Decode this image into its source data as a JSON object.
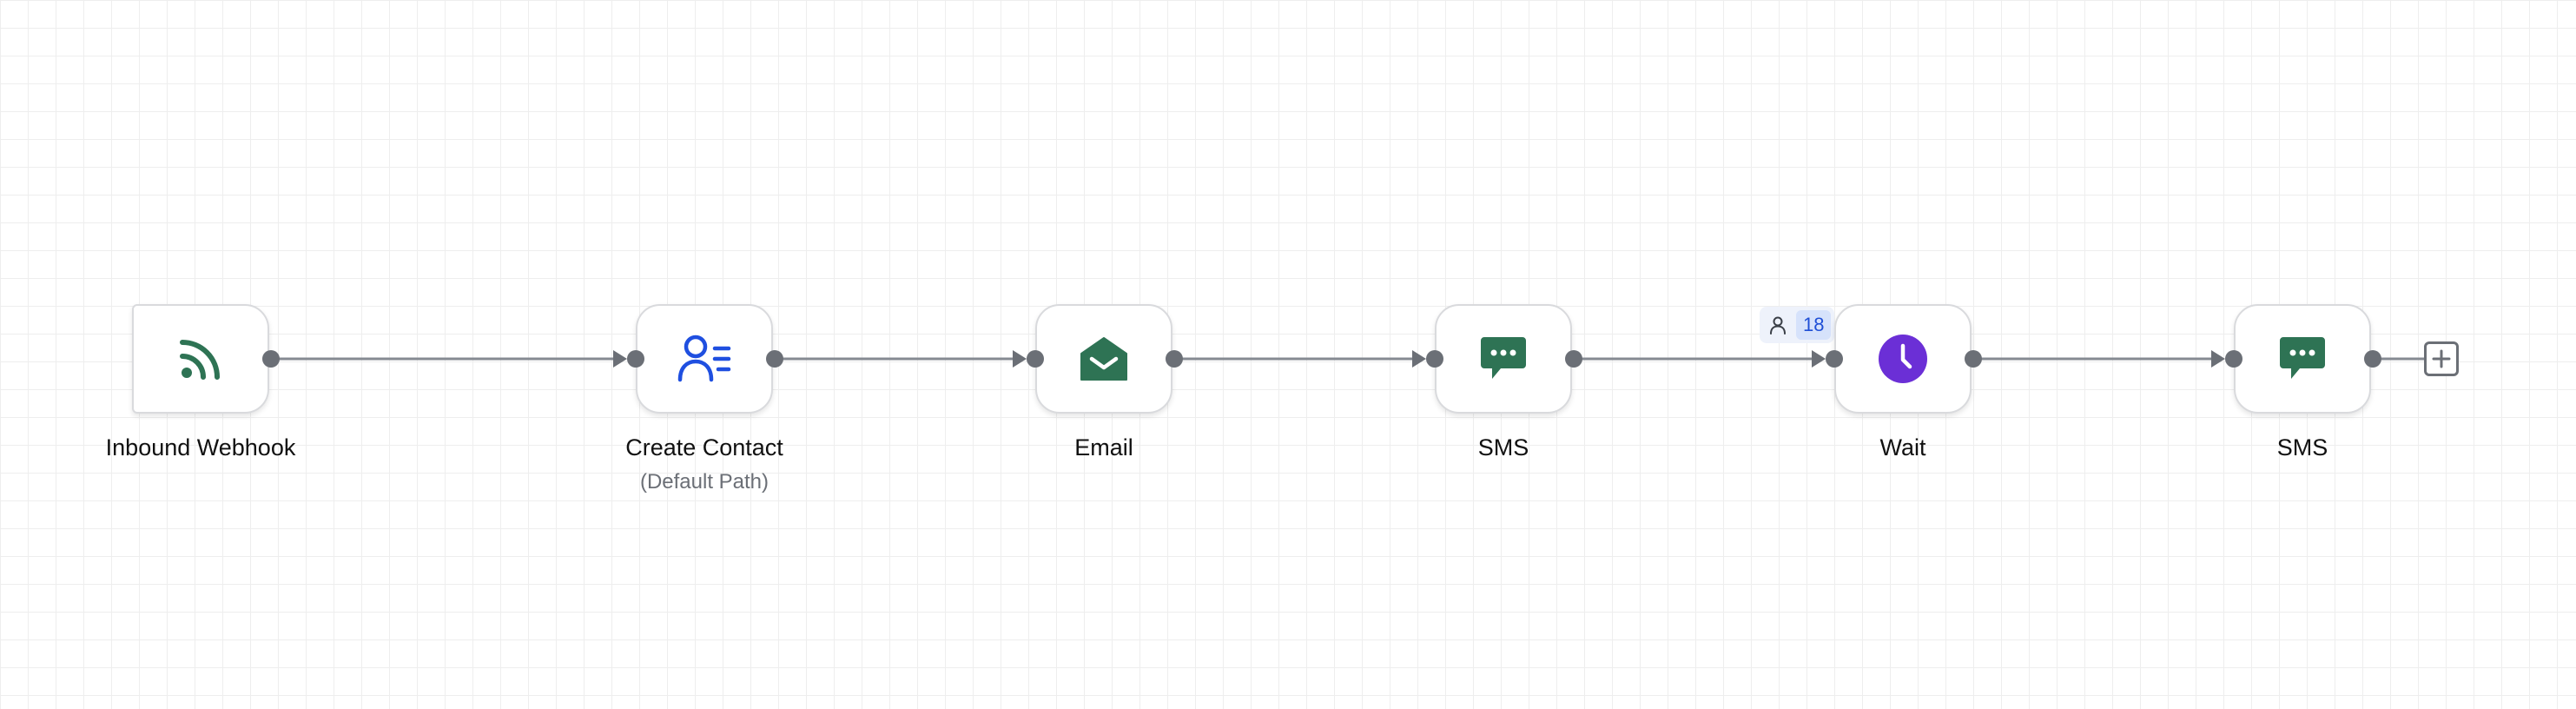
{
  "workflow": {
    "nodes": [
      {
        "label": "Inbound Webhook",
        "icon": "rss-icon",
        "color": "#2e7354"
      },
      {
        "label": "Create Contact",
        "sublabel": "(Default Path)",
        "icon": "contact-icon",
        "color": "#1f4fe0"
      },
      {
        "label": "Email",
        "icon": "envelope-open-icon",
        "color": "#2e7354"
      },
      {
        "label": "SMS",
        "icon": "chat-bubble-icon",
        "color": "#2e7354"
      },
      {
        "label": "Wait",
        "icon": "clock-icon",
        "color": "#6b2fd6"
      },
      {
        "label": "SMS",
        "icon": "chat-bubble-icon",
        "color": "#2e7354"
      }
    ],
    "badge": {
      "icon": "user-icon",
      "count": "18"
    },
    "add_button": {
      "icon": "plus-icon"
    }
  },
  "colors": {
    "edge": "#858a92",
    "handle": "#6b6f76",
    "badge_bg": "#eef2fb",
    "badge_count_bg": "#d6e2fb",
    "badge_count_text": "#1f4fd6"
  }
}
